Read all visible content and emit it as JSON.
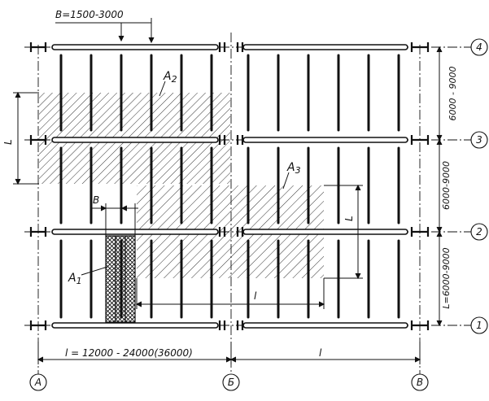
{
  "axes_columns": [
    {
      "label": "A"
    },
    {
      "label": "Б"
    },
    {
      "label": "В"
    }
  ],
  "axes_rows": [
    {
      "label": "4"
    },
    {
      "label": "3"
    },
    {
      "label": "2"
    },
    {
      "label": "1"
    }
  ],
  "areas": {
    "a1": {
      "label": "A",
      "sub": "1"
    },
    "a2": {
      "label": "A",
      "sub": "2"
    },
    "a3": {
      "label": "A",
      "sub": "3"
    }
  },
  "dimensions": {
    "top_spacing": "B=1500-3000",
    "bay_width_left": "l = 12000 - 24000(36000)",
    "bay_width_right": "l",
    "a1_width": "B",
    "a2_height": "L",
    "a3_height": "L",
    "a3_width": "l",
    "row_spacing_upper": "6000 - 9000",
    "row_spacing_middle": "6000-9000",
    "row_spacing_lower": "L=6000-9000"
  }
}
